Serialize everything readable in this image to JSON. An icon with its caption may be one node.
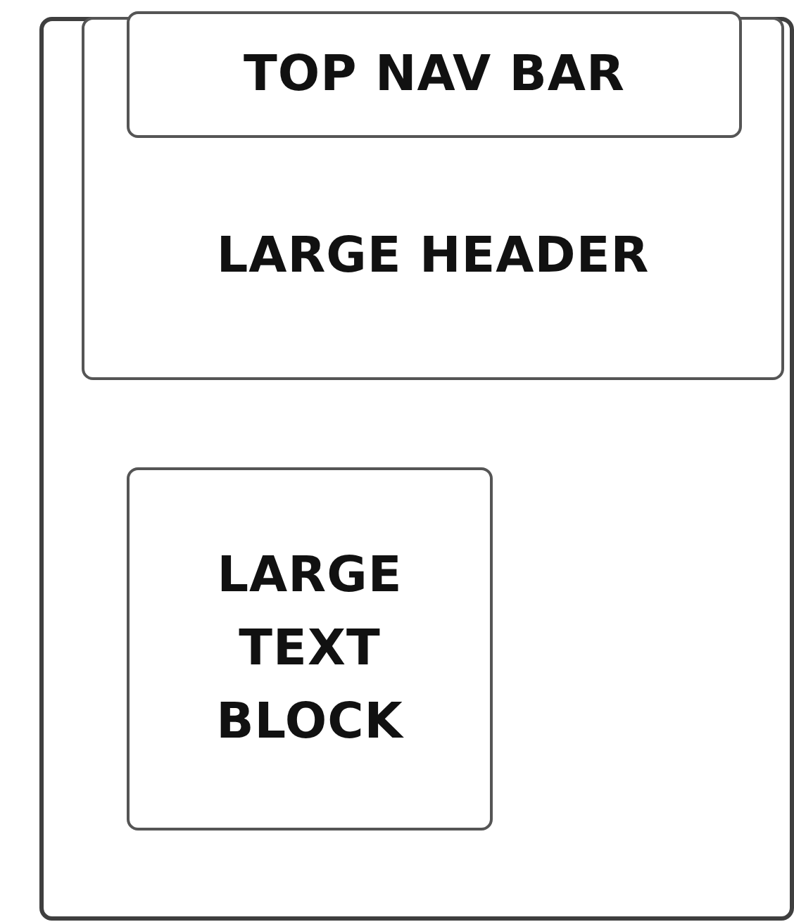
{
  "diagram": {
    "nodes": [
      {
        "text": [],
        "shape": "box"
      },
      {
        "text": [
          "LARGE HEADER"
        ],
        "in": 0
      },
      {
        "text": [
          "TOP NAV BAR"
        ],
        "in": 1
      },
      {
        "text": [
          "LARGE TEXT BLOCK"
        ],
        "in": 0
      }
    ]
  }
}
